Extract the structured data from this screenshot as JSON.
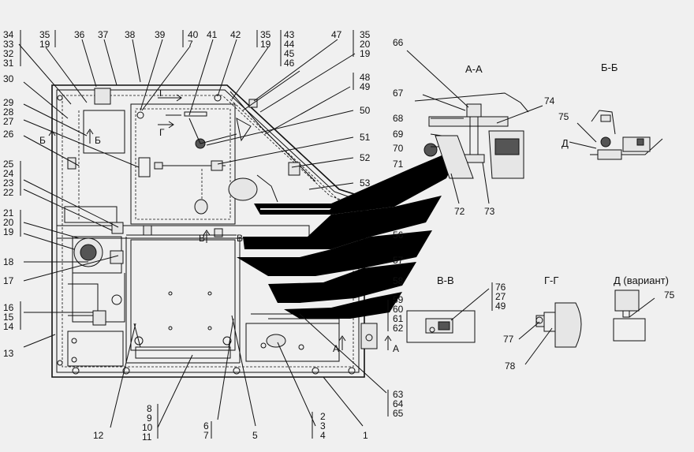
{
  "callouts": {
    "c34": "34",
    "c33": "33",
    "c32": "32",
    "c31": "31",
    "c35a": "35",
    "c19a": "19",
    "c36": "36",
    "c37": "37",
    "c38": "38",
    "c39": "39",
    "c40": "40",
    "c7a": "7",
    "c41": "41",
    "c42": "42",
    "c35b": "35",
    "c19b": "19",
    "c43": "43",
    "c44": "44",
    "c45": "45",
    "c46": "46",
    "c47": "47",
    "c35c": "35",
    "c20a": "20",
    "c19c": "19",
    "c48": "48",
    "c49a": "49",
    "c50": "50",
    "c51": "51",
    "c52": "52",
    "c53": "53",
    "c30": "30",
    "c29": "29",
    "c28": "28",
    "c27a": "27",
    "c26": "26",
    "c25": "25",
    "c24": "24",
    "c23": "23",
    "c22": "22",
    "c21": "21",
    "c20b": "20",
    "c19d": "19",
    "c18": "18",
    "c17": "17",
    "c16": "16",
    "c15a": "15",
    "c14": "14",
    "c13": "13",
    "c12": "12",
    "c8": "8",
    "c9": "9",
    "c10": "10",
    "c11": "11",
    "c6": "6",
    "c7b": "7",
    "c5": "5",
    "c2": "2",
    "c3": "3",
    "c4": "4",
    "c1": "1",
    "c63": "63",
    "c64": "64",
    "c65": "65",
    "c59": "59",
    "c60": "60",
    "c61": "61",
    "c62": "62",
    "c56": "56",
    "c57": "57",
    "c58": "58",
    "c66": "66",
    "c67": "67",
    "c68": "68",
    "c69": "69",
    "c70": "70",
    "c71": "71",
    "c72": "72",
    "c73": "73",
    "c74": "74",
    "c75a": "75",
    "c75b": "75",
    "c76": "76",
    "c27b": "27",
    "c49b": "49",
    "c77": "77",
    "c78": "78"
  },
  "section_labels": {
    "aa": "А-А",
    "bb": "Б-Б",
    "vv": "В-В",
    "gg": "Г-Г",
    "d_variant": "Д  (вариант)",
    "d_mark": "Д"
  },
  "view_markers": {
    "b_left": "Б",
    "b_inner": "Б",
    "g_top": "Г",
    "g_mid": "Г",
    "v_mid": "В",
    "v_mid2": "В",
    "a_left": "А",
    "a_right": "А"
  },
  "watermark": "stylized wing logo"
}
